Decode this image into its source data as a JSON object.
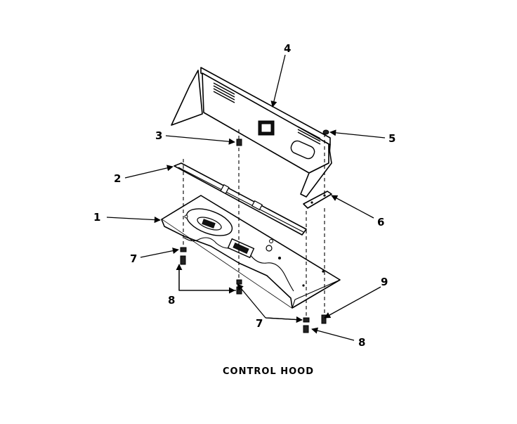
{
  "diagram": {
    "caption": "CONTROL HOOD",
    "callouts": [
      "1",
      "2",
      "3",
      "4",
      "5",
      "6",
      "7",
      "8",
      "7",
      "8",
      "9"
    ]
  }
}
